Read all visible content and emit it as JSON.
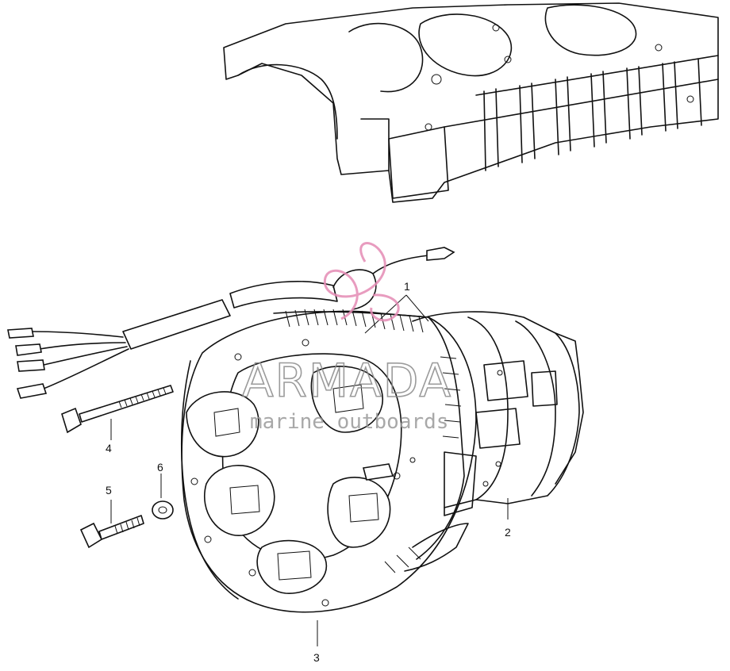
{
  "diagram": {
    "callouts": [
      {
        "id": "1",
        "label": "1"
      },
      {
        "id": "2",
        "label": "2"
      },
      {
        "id": "3",
        "label": "3"
      },
      {
        "id": "4",
        "label": "4"
      },
      {
        "id": "5",
        "label": "5"
      },
      {
        "id": "6",
        "label": "6"
      }
    ]
  },
  "watermark": {
    "brand": "ARMADA",
    "tagline": "marine outboards",
    "color": "#e58bb5"
  }
}
